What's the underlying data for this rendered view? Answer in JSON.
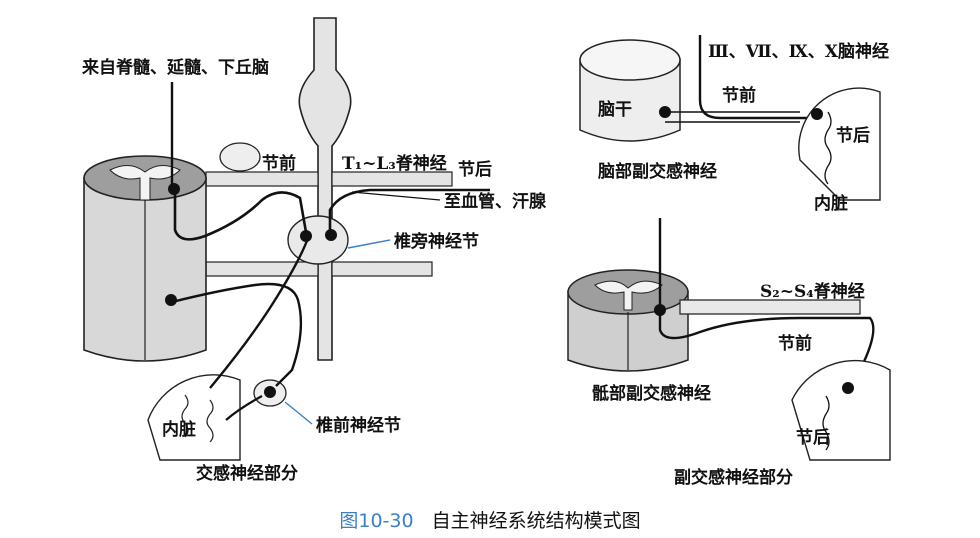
{
  "colors": {
    "accent_blue": "#3b7fc4",
    "tissue_gray": "#cfcfcf",
    "dark_gray": "#9a9a9a",
    "line": "#111111"
  },
  "left_panel": {
    "origin_label": "来自脊髓、延髓、下丘脑",
    "preganglionic_label": "节前",
    "spinal_nerve_label": "T₁~L₃脊神经",
    "postganglionic_label": "节后",
    "target_label": "至血管、汗腺",
    "paravertebral_label": "椎旁神经节",
    "prevertebral_label": "椎前神经节",
    "viscera_label": "内脏",
    "panel_title": "交感神经部分"
  },
  "right_top": {
    "cranial_nerves_label": "Ⅲ、Ⅶ、Ⅸ、Ⅹ脑神经",
    "brainstem_label": "脑干",
    "preganglionic_label": "节前",
    "postganglionic_label": "节后",
    "subtitle": "脑部副交感神经",
    "viscera_label": "内脏"
  },
  "right_bottom": {
    "spinal_nerve_label": "S₂~S₄脊神经",
    "preganglionic_label": "节前",
    "subtitle": "骶部副交感神经",
    "postganglionic_label": "节后",
    "panel_title": "副交感神经部分"
  },
  "caption": {
    "figure_number": "图10-30",
    "text": "自主神经系统结构模式图"
  }
}
